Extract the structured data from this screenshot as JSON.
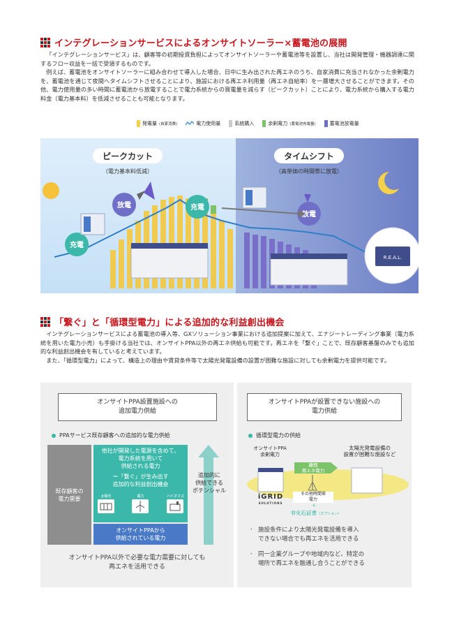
{
  "section1": {
    "title": "インテグレーションサービスによるオンサイトソーラー×蓄電池の展開",
    "para1": "「インテグレーションサービス」は、顧客等の初期投資負担によってオンサイトソーラーや蓄電池等を設置し、当社は開発管理・機器調達に関するフロー収益を一括で受領するものです。",
    "para2": "例えば、蓄電池をオンサイトソーラーに組み合わせて導入した場合、日中に生み出された再エネのうち、自家消費に充当されなかった余剰電力を、蓄電池を通じて夜間へタイムシフトさせることにより、施設における再エネ利用量（再エネ自給率）を一層増大させることができます。その他、電力使用量の多い時間に蓄電池から放電することで電力系統からの買電量を減らす（ピークカット）ことにより、電力系統から購入する電力料金（電力基本料）を低減させることも可能となります。"
  },
  "legend": {
    "items": [
      {
        "label": "発電量",
        "sub": "(自家消費)",
        "color": "#f5d04a"
      },
      {
        "label": "電力使用量",
        "sub": "",
        "color": "#3f8fd8"
      },
      {
        "label": "系統購入",
        "sub": "",
        "color": "#c9c9c9"
      },
      {
        "label": "余剰電力",
        "sub": "(蓄電池充電量)",
        "color": "#7cc36a"
      },
      {
        "label": "蓄電池放電量",
        "sub": "",
        "color": "#6f6fc8"
      }
    ]
  },
  "hero": {
    "peakcut_title": "ピークカット",
    "peakcut_sub": "（電力基本料低減）",
    "timeshift_title": "タイムシフト",
    "timeshift_sub": "（高単価の時間帯に放電）",
    "discharge": "放電",
    "charge": "充電",
    "real_label": "R.E.A.L."
  },
  "section2": {
    "title": "「繋ぐ」と「循環型電力」による追加的な利益創出機会",
    "para1": "インテグレーションサービスによる蓄電池の導入等、GXソリューション事業における追加提案に加えて、エナジートレーディング事業（電力系統を用いた電力小売）も手掛ける当社では、オンサイトPPA以外の再エネ供給も可能です。再エネを「繋ぐ」ことで、既存顧客基盤のみでも追加的な利益創出機会を有していると考えています。",
    "para2": "また、「循環型電力」によって、構造上の理由や賃貸条件等で太陽光発電設備の設置が困難な施設に対しても余剰電力を提供可能です。"
  },
  "left_panel": {
    "head_line1": "オンサイトPPA設置施設への",
    "head_line2": "追加電力供給",
    "sub_label": "PPAサービス既存顧客への追加的な電力供給",
    "gray_line1": "既存顧客の",
    "gray_line2": "電力需要",
    "green_line1": "他社が開発した電源を含めて、",
    "green_line2": "電力系統を用いて",
    "green_line3": "供給される電力",
    "green_line4": "＝「繋ぐ」が生み出す",
    "green_line5": "追加的な利益創出機会",
    "icon_solar": "太陽光",
    "icon_wind": "風力",
    "icon_biomass": "バイオマス",
    "blue_line1": "オンサイトPPAから",
    "blue_line2": "供給されている電力",
    "potential_line1": "追加的に",
    "potential_line2": "供給できる",
    "potential_line3": "ポテンシャル",
    "foot_line1": "オンサイトPPA以外で必要な電力需要に対しても",
    "foot_line2": "再エネを活用できる"
  },
  "right_panel": {
    "head_line1": "オンサイトPPAが設置できない施設への",
    "head_line2": "電力供給",
    "sub_label": "循環型電力の供給",
    "surplus_line1": "オンサイトPPA",
    "surplus_line2": "余剰電力",
    "facility_line1": "太陽光発電設備の",
    "facility_line2": "設置が困難な施設など",
    "arrow_line1": "離間",
    "arrow_line2": "再エネ電力",
    "other_line1": "その他時間帯",
    "other_line2": "電力",
    "plus": "＋",
    "cert": "非化石証書",
    "cert_note": "（オプション）",
    "igrid": "iGRID",
    "igrid_sub": "SOLUTIONS",
    "bullet1_line1": "施設条件により太陽光発電設備を導入",
    "bullet1_line2": "できない場合でも再エネを活用できる",
    "bullet2_line1": "同一企業グループや地域内など、特定の",
    "bullet2_line2": "場所で再エネを融通し合うことができる"
  }
}
